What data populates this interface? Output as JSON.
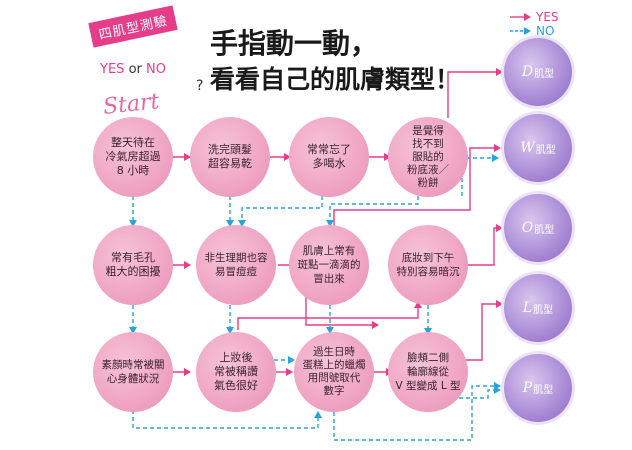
{
  "header": {
    "tag": "四肌型測驗",
    "title_line1": "手指動一動，",
    "title_line2": "看看自己的肌膚類型！",
    "yes_word": "YES",
    "or_word": "or",
    "no_word": "NO",
    "question_mark": "?",
    "start": "Start"
  },
  "legend": {
    "yes": "YES",
    "no": "NO"
  },
  "colors": {
    "yes": "#e63d8a",
    "no": "#2aa3d8",
    "node": "#f0a7c5",
    "result": "#a98ad6"
  },
  "nodes": [
    {
      "id": "r1c1",
      "text": "整天待在\n冷氣房超過\n8 小時"
    },
    {
      "id": "r1c2",
      "text": "洗完頭髮\n超容易乾"
    },
    {
      "id": "r1c3",
      "text": "常常忘了\n多喝水"
    },
    {
      "id": "r1c4",
      "text": "是覺得\n找不到\n服貼的\n粉底液／\n粉餅"
    },
    {
      "id": "r2c1",
      "text": "常有毛孔\n粗大的困擾"
    },
    {
      "id": "r2c2",
      "text": "非生理期也容\n易冒痘痘"
    },
    {
      "id": "r2c3",
      "text": "肌膚上常有\n斑點一滴滴的\n冒出來"
    },
    {
      "id": "r2c4",
      "text": "底妝到下午\n特別容易暗沉"
    },
    {
      "id": "r3c1",
      "text": "素顏時常被關\n心身體狀況"
    },
    {
      "id": "r3c2",
      "text": "上妝後\n常被稱讚\n氣色很好"
    },
    {
      "id": "r3c3",
      "text": "過生日時\n蛋糕上的蠟燭\n用問號取代\n數字"
    },
    {
      "id": "r3c4",
      "text": "臉頰二側\n輪廓線從\nV 型變成 L 型"
    }
  ],
  "results": [
    {
      "letter": "D",
      "suffix": "肌型"
    },
    {
      "letter": "W",
      "suffix": "肌型"
    },
    {
      "letter": "O",
      "suffix": "肌型"
    },
    {
      "letter": "L",
      "suffix": "肌型"
    },
    {
      "letter": "P",
      "suffix": "肌型"
    }
  ]
}
